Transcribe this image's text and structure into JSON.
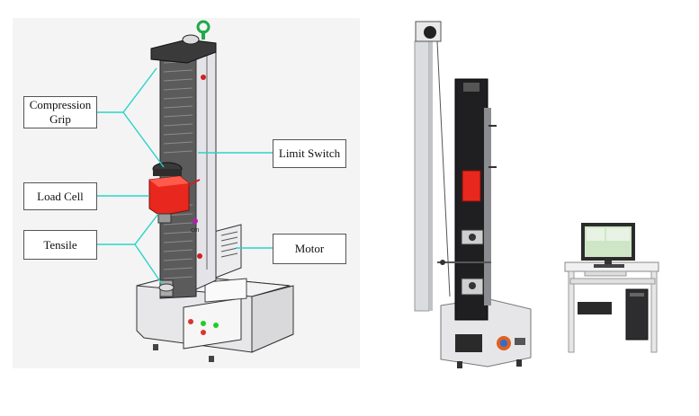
{
  "labels": {
    "compression_grip": "Compression\nGrip",
    "load_cell": "Load Cell",
    "tensile": "Tensile",
    "limit_switch": "Limit Switch",
    "motor": "Motor"
  },
  "colors": {
    "leader_line": "#29d3c8",
    "load_cell": "#e8281e",
    "frame_dark": "#2b2b2b",
    "base": "#e9e9ec"
  }
}
